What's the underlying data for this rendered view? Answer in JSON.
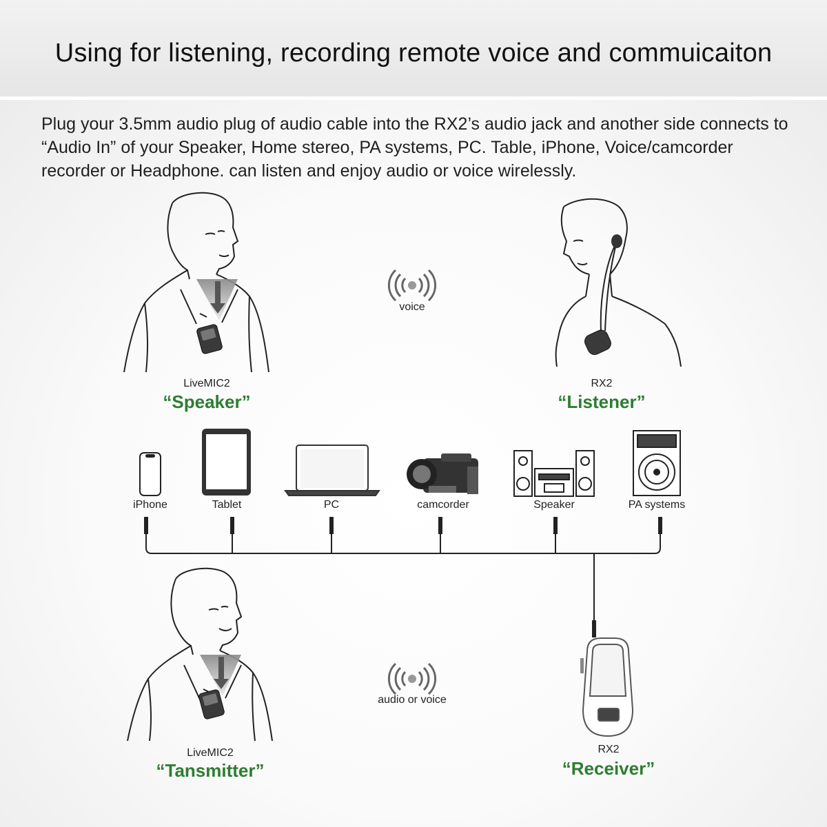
{
  "title": "Using for listening, recording remote voice and commuicaiton",
  "intro": "Plug your 3.5mm audio plug of audio cable into the RX2’s audio jack and another side connects to “Audio In” of your Speaker, Home stereo, PA systems, PC. Table, iPhone, Voice/camcorder recorder or Headphone. can listen and enjoy audio or voice wirelessly.",
  "top": {
    "speaker": {
      "device": "LiveMIC2",
      "role": "“Speaker”"
    },
    "listener": {
      "device": "RX2",
      "role": "“Listener”"
    },
    "signal_label": "voice"
  },
  "devices": [
    {
      "label": "iPhone",
      "icon": "iphone-icon"
    },
    {
      "label": "Tablet",
      "icon": "tablet-icon"
    },
    {
      "label": "PC",
      "icon": "laptop-icon"
    },
    {
      "label": "camcorder",
      "icon": "camcorder-icon"
    },
    {
      "label": "Speaker",
      "icon": "stereo-speaker-icon"
    },
    {
      "label": "PA systems",
      "icon": "pa-system-icon"
    }
  ],
  "bottom": {
    "transmitter": {
      "device": "LiveMIC2",
      "role": "“Tansmitter”"
    },
    "receiver": {
      "device": "RX2",
      "role": "“Receiver”"
    },
    "signal_label": "audio or voice"
  },
  "colors": {
    "accent_green": "#2e7d32",
    "header_bg": "#e9e9e9"
  }
}
